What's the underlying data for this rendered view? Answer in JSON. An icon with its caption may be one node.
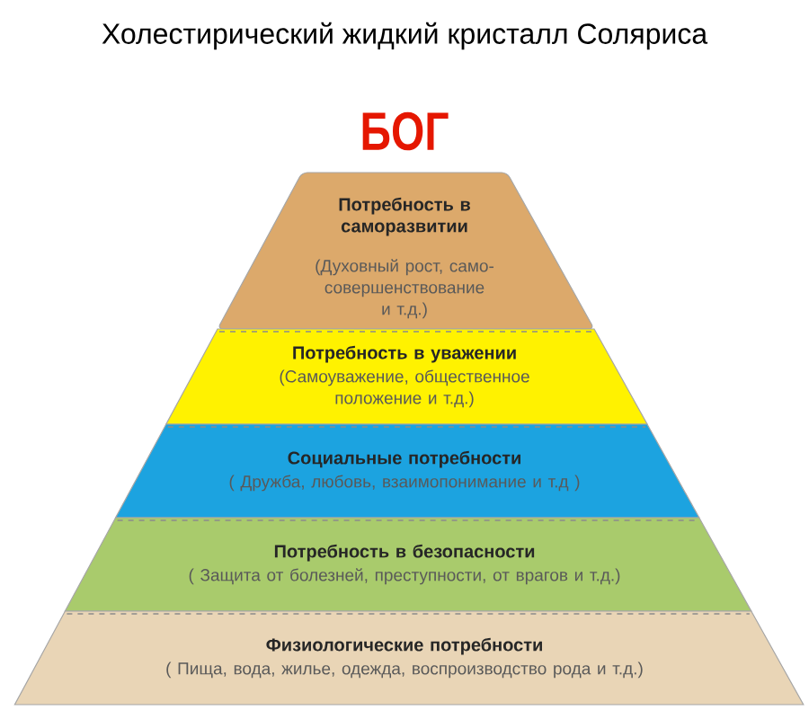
{
  "diagram": {
    "title": "Холестирический жидкий кристалл Соляриса",
    "nodes": [
      {
        "text": [
          "Потребность в саморазвитии",
          "(Духовный рост, само-совершенствование и т.д.)"
        ]
      },
      {
        "text": [
          "Потребность в уважении",
          "(Самоуважение, общественное положение и т.д.)"
        ]
      },
      {
        "text": [
          "Социальные потребности",
          "( Дружба, любовь, взаимопонимание и т.д )"
        ]
      },
      {
        "text": [
          "Потребность в безопасности",
          "( Защита от болезней, преступности, от врагов и т.д.)"
        ]
      },
      {
        "text": [
          "Физиологические потребности",
          "( Пища, вода, жилье, одежда, воспроизводство рода и т.д.)"
        ]
      }
    ],
    "labels": [
      "БОГ"
    ]
  }
}
